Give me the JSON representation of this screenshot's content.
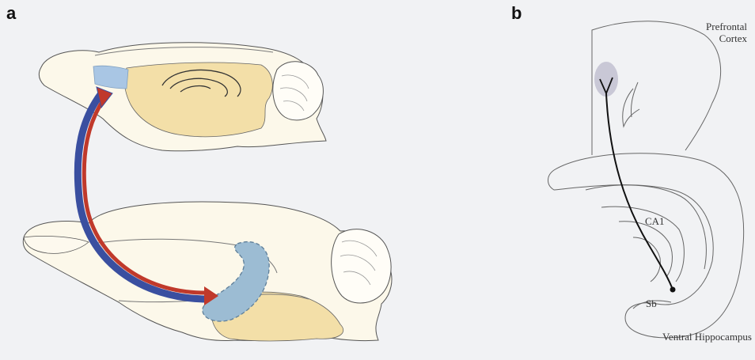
{
  "panels": [
    {
      "letter": "a"
    },
    {
      "letter": "b"
    }
  ],
  "labels": {
    "prefrontal_cortex": "Prefrontal Cortex",
    "ca1": "CA1",
    "subiculum": "Sb",
    "ventral_hippocampus": "Ventral Hippocampus"
  },
  "colors": {
    "brain_outline": "#fdf7e6",
    "brain_inner": "#f3dfa8",
    "prefrontal_highlight": "#a9c6e4",
    "hippocampus_highlight": "#9cbcd3",
    "arrow_red": "#c0392b",
    "arrow_blue": "#3a4fa0",
    "pfc_spot": "#c9c8d6"
  }
}
